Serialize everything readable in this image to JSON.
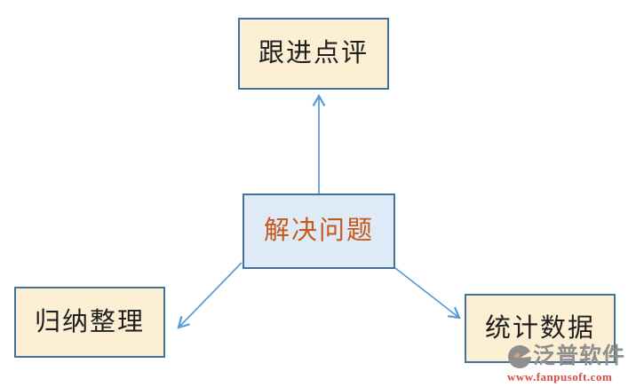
{
  "diagram": {
    "nodes": {
      "top": {
        "label": "跟进点评"
      },
      "center": {
        "label": "解决问题"
      },
      "left": {
        "label": "归纳整理"
      },
      "right": {
        "label": "统计数据"
      }
    },
    "arrows": [
      {
        "from": "center",
        "to": "top"
      },
      {
        "from": "center",
        "to": "left"
      },
      {
        "from": "center",
        "to": "right"
      }
    ]
  },
  "watermark": {
    "brand": "泛普软件",
    "url": "www.fanpusoft.com"
  },
  "colors": {
    "node_fill_cream": "#fcefd3",
    "node_fill_blue": "#deeaf6",
    "node_border": "#41719c",
    "arrow_blue": "#5b9bd5",
    "center_text": "#c6591a",
    "node_text": "#1f1f1f",
    "watermark_gray": "#8f8f8f",
    "watermark_red": "#d64c3f"
  }
}
